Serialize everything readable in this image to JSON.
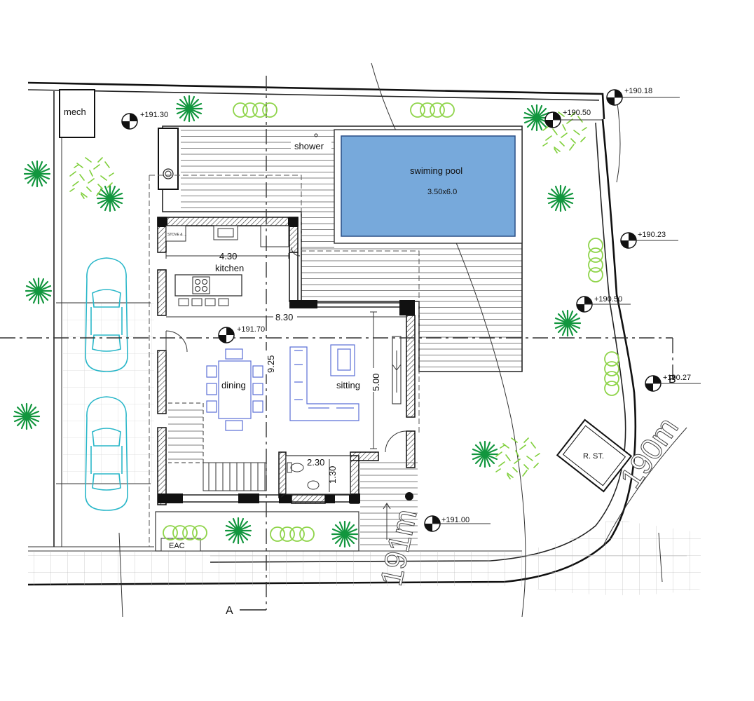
{
  "rooms": {
    "mech": "mech",
    "shower": "shower",
    "pool": "swiming pool",
    "pool_size": "3.50x6.0",
    "kitchen": "kitchen",
    "kitchen_dim": "4.30",
    "dining": "dining",
    "sitting": "sitting",
    "wc_dim_w": "2.30",
    "wc_dim_h": "1.30",
    "store": "R. ST.",
    "eac": "EAC",
    "stove_note": "STOVE & ..."
  },
  "dimensions": {
    "width_total": "8.30",
    "depth_total": "9.25",
    "living_depth": "5.00"
  },
  "levels": {
    "l1": "+191.30",
    "l2": "+190.18",
    "l3": "+190.50",
    "l4": "+190.23",
    "l5": "+190.50",
    "l6": "+190.27",
    "l7": "+191.70",
    "l8": "+191.00"
  },
  "section": {
    "marker_a": "A",
    "marker_b": "B"
  },
  "contours": {
    "c1": "190m",
    "c2": "191m"
  },
  "colors": {
    "pool": "#77a9db",
    "car": "#2ab7c9",
    "furniture": "#5b6fd6",
    "plant_green": "#1aa34a",
    "shrub_light": "#8fd44a"
  }
}
